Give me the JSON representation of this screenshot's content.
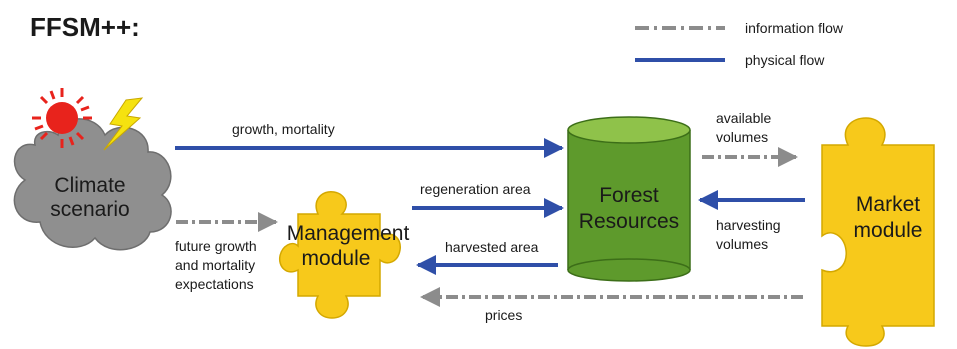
{
  "title": "FFSM++:",
  "legend": {
    "information_flow": "information flow",
    "physical_flow": "physical flow"
  },
  "colors": {
    "physical_flow": "#2f4fa8",
    "information_flow": "#8c8c8c",
    "puzzle": "#f7c91b",
    "cylinder": "#5e9a2c",
    "cylinder_top": "#8fc24a",
    "cloud": "#8f8f8f",
    "sun": "#e8231c"
  },
  "nodes": {
    "climate": [
      "Climate",
      "scenario"
    ],
    "forest": [
      "Forest",
      "Resources"
    ],
    "management": [
      "Management",
      "module"
    ],
    "market": [
      "Market",
      "module"
    ]
  },
  "edges": {
    "growth_mortality": "growth, mortality",
    "available_volumes": [
      "available",
      "volumes"
    ],
    "regeneration_area": "regeneration area",
    "harvesting_volumes": [
      "harvesting",
      "volumes"
    ],
    "harvested_area": "harvested area",
    "future_expectations": [
      "future growth",
      "and mortality",
      "expectations"
    ],
    "prices": "prices"
  }
}
